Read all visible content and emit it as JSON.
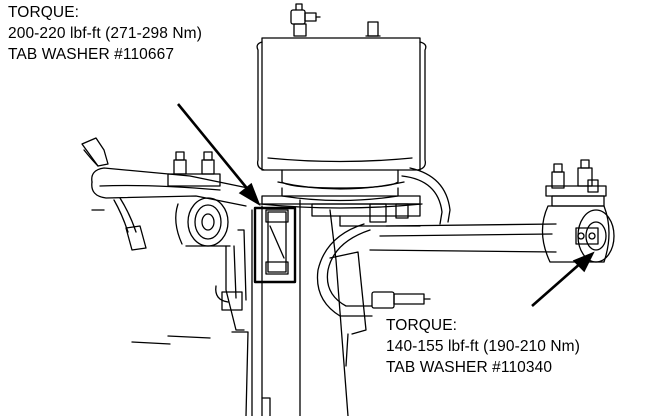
{
  "callouts": {
    "upper": {
      "heading": "TORQUE:",
      "spec": "200-220 lbf-ft (271-298 Nm)",
      "part": "TAB WASHER #110667"
    },
    "lower": {
      "heading": "TORQUE:",
      "spec": "140-155 lbf-ft (190-210 Nm)",
      "part": "TAB WASHER #110340"
    }
  },
  "colors": {
    "line": "#000000",
    "background": "#ffffff"
  }
}
